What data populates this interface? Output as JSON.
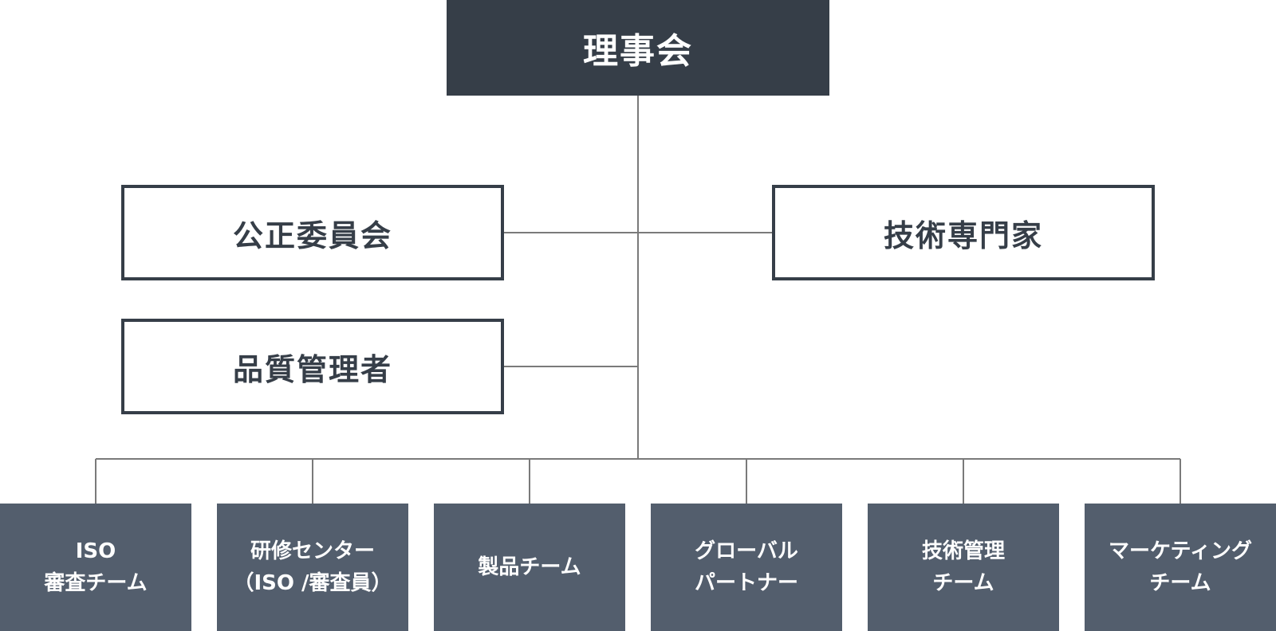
{
  "org_chart": {
    "top": {
      "label": "理事会"
    },
    "mid": [
      {
        "label": "公正委員会"
      },
      {
        "label": "技術専門家"
      },
      {
        "label": "品質管理者"
      }
    ],
    "teams": [
      {
        "line1": "ISO",
        "line2": "審査チーム"
      },
      {
        "line1": "研修センター",
        "line2": "（ISO /審査員）"
      },
      {
        "line1": "製品チーム",
        "line2": ""
      },
      {
        "line1": "グローバル",
        "line2": "パートナー"
      },
      {
        "line1": "技術管理",
        "line2": "チーム"
      },
      {
        "line1": "マーケティング",
        "line2": "チーム"
      }
    ]
  },
  "colors": {
    "top_fill": "#363e48",
    "mid_border": "#363e48",
    "team_fill": "#535e6d",
    "connector": "#7a7a7a"
  }
}
